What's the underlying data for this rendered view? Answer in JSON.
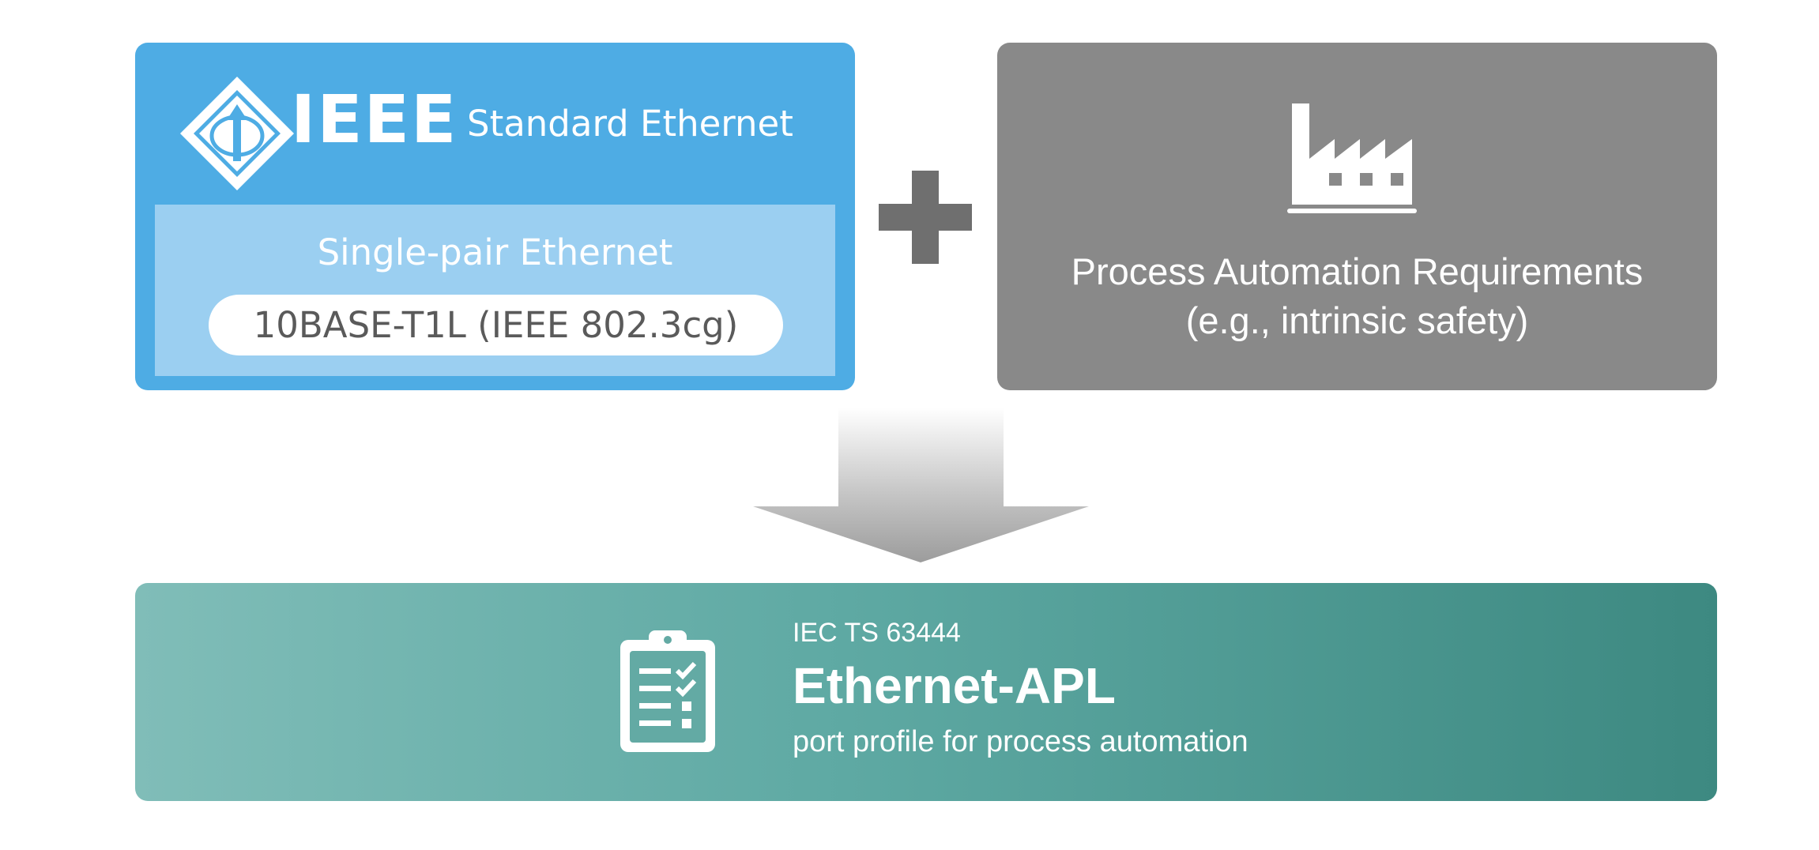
{
  "ieee_box": {
    "logo_text": "IEEE",
    "header_label": "Standard Ethernet",
    "panel_title": "Single-pair Ethernet",
    "panel_pill": "10BASE-T1L (IEEE 802.3cg)",
    "color": "#4eace4",
    "panel_color": "#9bcff1"
  },
  "operator": {
    "symbol": "plus-icon",
    "color": "#6f6f6f"
  },
  "process_box": {
    "icon": "factory-icon",
    "line1": "Process Automation Requirements",
    "line2": "(e.g., intrinsic safety)",
    "color": "#898989"
  },
  "result_arrow": {
    "icon": "down-arrow-icon"
  },
  "result_banner": {
    "icon": "clipboard-checklist-icon",
    "standard": "IEC TS 63444",
    "title": "Ethernet-APL",
    "subtitle": "port profile for process automation",
    "gradient_start": "#80bdb8",
    "gradient_end": "#3d8981"
  }
}
